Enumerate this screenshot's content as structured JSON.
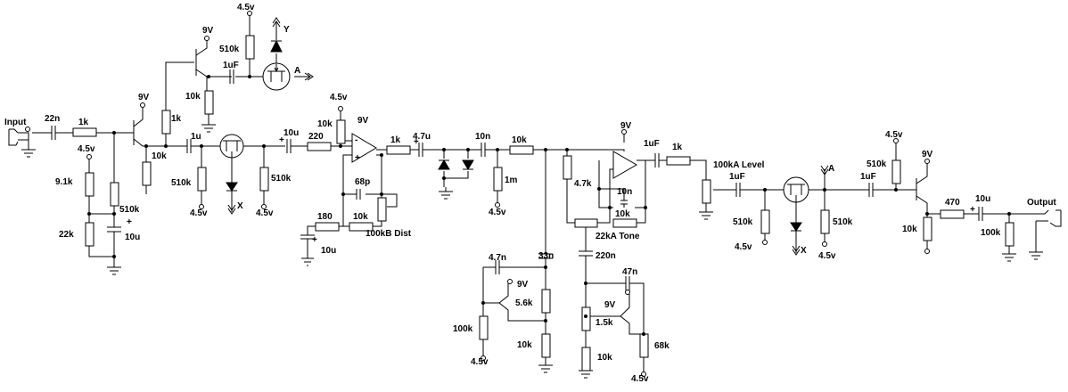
{
  "labels": {
    "input": "Input",
    "output": "Output",
    "c_22n": "22n",
    "r_1k_in": "1k",
    "v_45_a": "4.5v",
    "r_91k": "9.1k",
    "r_22k": "22k",
    "r_510k_a": "510k",
    "plus_a": "+",
    "c_10u_a": "10u",
    "v_9_a": "9V",
    "r_10k_a": "10k",
    "r_1k_b": "1k",
    "v_9_b": "9V",
    "c_1uf_a": "1uF",
    "r_510k_b": "510k",
    "v_45_b": "4.5v",
    "y_label": "Y",
    "a_label": "A",
    "r_10k_b": "10k",
    "c_1u": "1u",
    "r_510k_c": "510k",
    "v_45_c": "4.5v",
    "x_label_a": "X",
    "r_510k_d": "510k",
    "v_45_d": "4.5v",
    "plus_b": "+",
    "c_10u_b": "10u",
    "r_220": "220",
    "v_45_e": "4.5v",
    "r_10k_c": "10k",
    "v_9_c": "9V",
    "opamp_minus": "-",
    "opamp_plus": "+",
    "c_68p": "68p",
    "r_180": "180",
    "plus_c": "+",
    "c_10u_c": "10u",
    "r_10k_d": "10k",
    "pot_dist": "100kB Dist",
    "r_1k_c": "1k",
    "c_47u": "4.7u",
    "plus_d": "+",
    "c_10n_a": "10n",
    "r_10k_e": "10k",
    "r_1m": "1m",
    "v_45_f": "4.5v",
    "r_47k": "4.7k",
    "v_9_d": "9V",
    "c_1uf_b": "1uF",
    "r_1k_d": "1k",
    "c_10n_b": "10n",
    "r_10k_f": "10k",
    "pot_tone": "22kA Tone",
    "c_47n_a": "4.7n",
    "c_33n": "33n",
    "v_9_e": "9V",
    "r_56k": "5.6k",
    "r_100k_a": "100k",
    "v_45_g": "4.5v",
    "r_10k_g": "10k",
    "c_220n": "220n",
    "c_47n_b": "47n",
    "v_9_f": "9V",
    "r_15k": "1.5k",
    "r_10k_h": "10k",
    "r_68k": "68k",
    "v_45_h": "4.5v",
    "pot_level": "100kA Level",
    "c_1uf_c": "1uF",
    "r_510k_e": "510k",
    "v_45_i": "4.5v",
    "a_label_b": "A",
    "x_label_b": "X",
    "r_510k_f": "510k",
    "v_45_j": "4.5v",
    "c_1uf_d": "1uF",
    "r_510k_g": "510k",
    "v_45_k": "4.5v",
    "v_9_g": "9V",
    "r_470": "470",
    "c_10u_d": "10u",
    "plus_e": "+",
    "r_10k_i": "10k",
    "r_100k_b": "100k"
  },
  "colors": {
    "ink": "#000000",
    "paper": "#ffffff"
  }
}
